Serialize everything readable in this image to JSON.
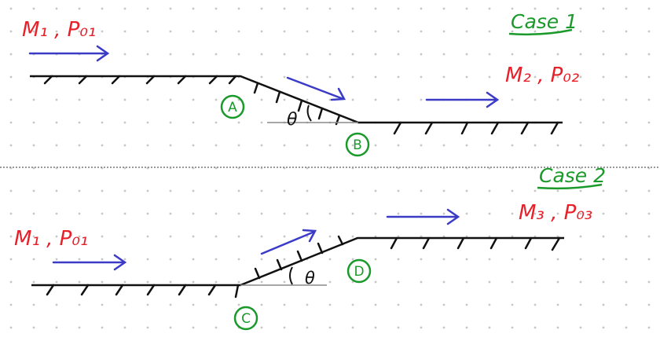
{
  "case1": {
    "title": "Case 1",
    "upstream_label": "M₁ , P₀₁",
    "downstream_label": "M₂ , P₀₂",
    "corner_a": "A",
    "corner_b": "B",
    "angle_symbol": "θ"
  },
  "case2": {
    "title": "Case 2",
    "upstream_label": "M₁ , P₀₁",
    "downstream_label": "M₃ , P₀₃",
    "corner_c": "C",
    "corner_d": "D",
    "angle_symbol": "θ"
  },
  "colors": {
    "label_red": "#e8202a",
    "arrow_blue": "#3b3bc8",
    "marker_green": "#1a9a2a",
    "wall_black": "#111111",
    "dot_grid": "#c6c6c6",
    "separator": "#9a9a9a"
  }
}
